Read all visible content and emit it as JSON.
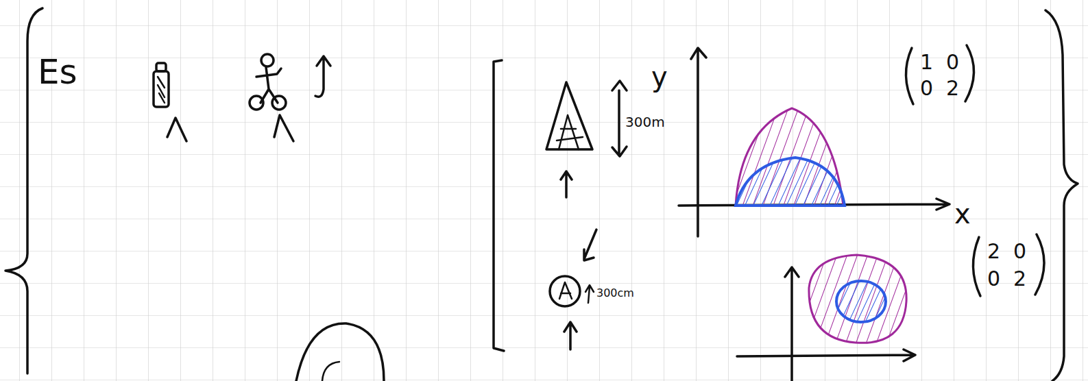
{
  "diagram": {
    "labels": [
      "Es",
      "300m",
      "300cm",
      "y",
      "x",
      "1",
      "0",
      "0",
      "2",
      "2",
      "0",
      "0",
      "2"
    ]
  }
}
